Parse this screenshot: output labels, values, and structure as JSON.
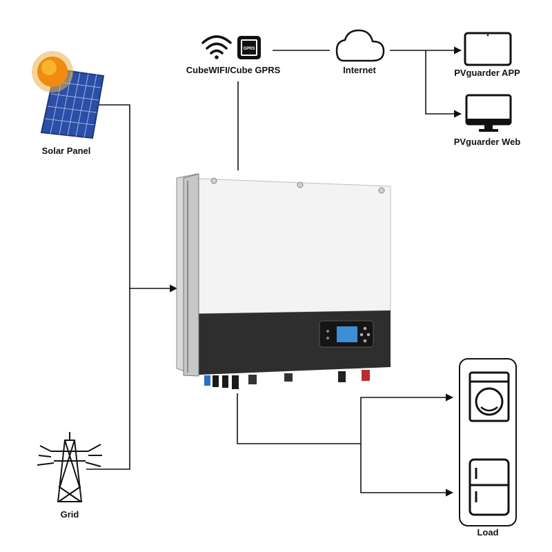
{
  "labels": {
    "solar_panel": "Solar Panel",
    "grid": "Grid",
    "comm_module": "CubeWIFI/Cube GPRS",
    "gprs_chip": "GPRS",
    "internet": "Internet",
    "app": "PVguarder APP",
    "web": "PVguarder Web",
    "load": "Load"
  },
  "colors": {
    "sun": "#f4a11f",
    "panel": "#2b4ea6",
    "inverter_top": "#f3f3f3",
    "inverter_bottom": "#2e2e2e",
    "screen": "#3b8fd6"
  }
}
